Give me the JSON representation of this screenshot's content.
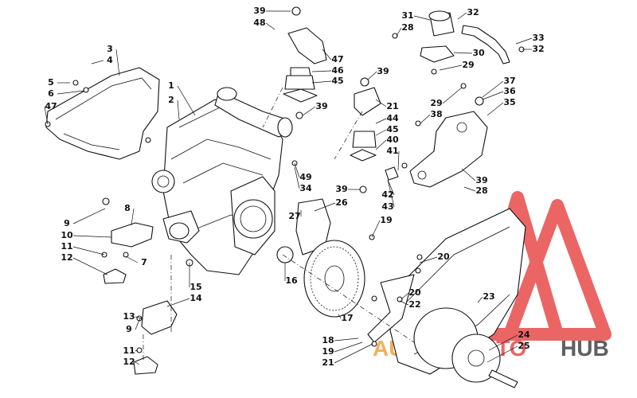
{
  "watermark": {
    "word1": "AUTO",
    "word2": "MOTO",
    "word3": "HUB"
  },
  "callouts": [
    "1",
    "2",
    "3",
    "4",
    "5",
    "6",
    "47",
    "8",
    "9",
    "10",
    "11",
    "12",
    "7",
    "15",
    "14",
    "13",
    "9",
    "11",
    "12",
    "39",
    "48",
    "47",
    "46",
    "45",
    "39",
    "31",
    "32",
    "28",
    "30",
    "29",
    "33",
    "32",
    "39",
    "21",
    "44",
    "45",
    "40",
    "41",
    "42",
    "43",
    "39",
    "37",
    "36",
    "35",
    "29",
    "38",
    "39",
    "28",
    "49",
    "34",
    "27",
    "26",
    "19",
    "16",
    "20",
    "17",
    "18",
    "19",
    "21",
    "20",
    "22",
    "23",
    "24",
    "25"
  ]
}
